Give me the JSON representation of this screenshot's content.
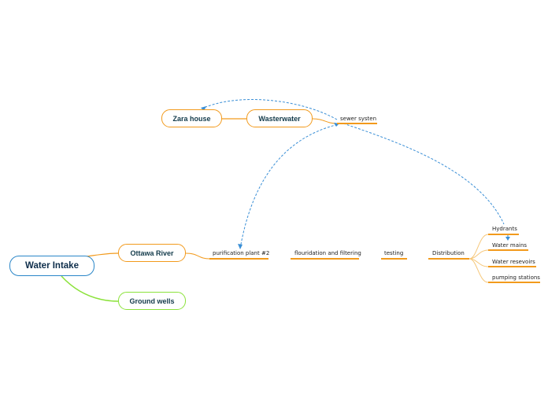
{
  "nodes": {
    "root": "Water Intake",
    "ottawa_river": "Ottawa River",
    "ground_wells": "Ground wells",
    "zara_house": "Zara house",
    "wasterwater": "Wasterwater",
    "sewer_system": "sewer systen",
    "purification": "purification plant #2",
    "flouridation": "flouridation and filtering",
    "testing": "testing",
    "distribution": "Distribution",
    "hydrants": "Hydrants",
    "water_mains": "Water mains",
    "water_reservoirs": "Water resevoirs",
    "pumping_stations": "pumping stations"
  },
  "colors": {
    "branch_orange": "#f29a1c",
    "branch_green": "#8be23a",
    "root_blue": "#2a86c8",
    "dashed_link": "#3a8fd6"
  }
}
